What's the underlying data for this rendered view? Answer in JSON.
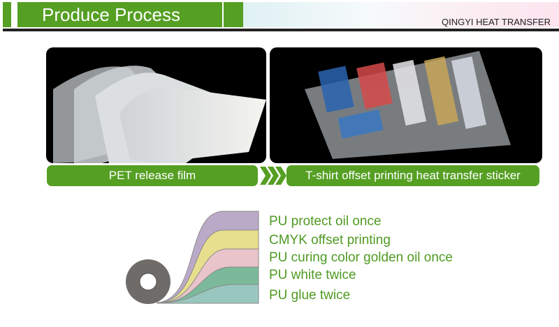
{
  "header": {
    "title": "Produce Process",
    "brand": "QINGYI HEAT TRANSFER"
  },
  "steps": [
    {
      "label": "PET release film"
    },
    {
      "label": "T-shirt offset printing heat transfer sticker"
    }
  ],
  "layers": [
    {
      "label": "PU protect oil once",
      "color": "#bba9c8"
    },
    {
      "label": "CMYK offset printing",
      "color": "#e8df8e"
    },
    {
      "label": "PU curing color golden oil once",
      "color": "#e9c4ca"
    },
    {
      "label": "PU white twice",
      "color": "#7bb99a"
    },
    {
      "label": "PU glue twice",
      "color": "#99c7c0"
    }
  ],
  "colors": {
    "accent": "#559f23",
    "text_green": "#4f9a22"
  }
}
